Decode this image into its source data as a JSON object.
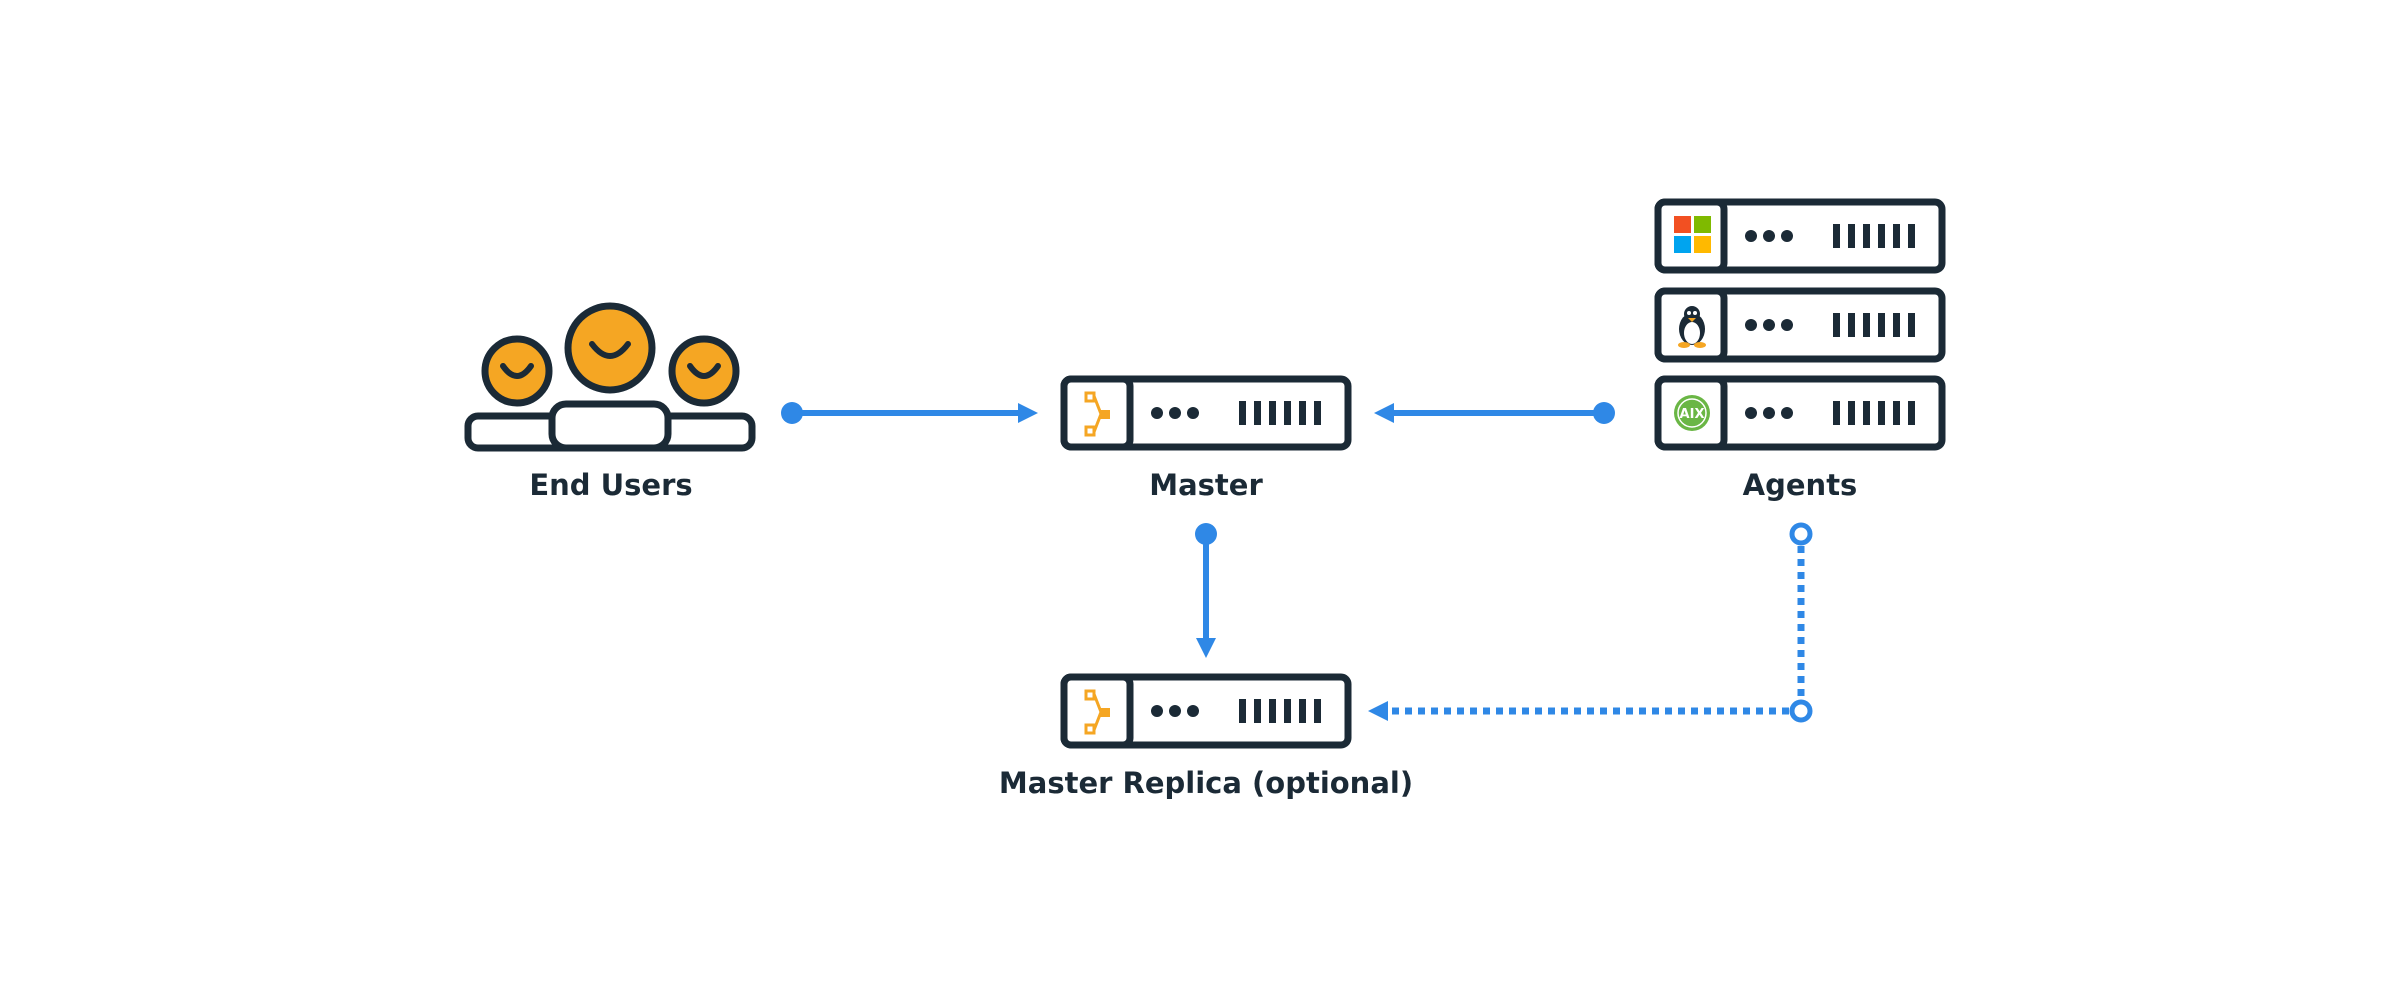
{
  "diagram": {
    "nodes": {
      "end_users": {
        "label": "End Users",
        "icon": "users-group-icon"
      },
      "master": {
        "label": "Master",
        "icon": "server-icon"
      },
      "agents": {
        "label": "Agents",
        "icon": "server-stack-icon",
        "platforms": [
          "windows-logo-icon",
          "linux-tux-icon",
          "aix-badge-icon"
        ],
        "aix_badge_text": "AIX"
      },
      "replica": {
        "label": "Master Replica (optional)",
        "icon": "server-icon"
      }
    },
    "connections": [
      {
        "from": "end_users",
        "to": "master",
        "style": "solid"
      },
      {
        "from": "agents",
        "to": "master",
        "style": "solid"
      },
      {
        "from": "master",
        "to": "replica",
        "style": "solid"
      },
      {
        "from": "agents",
        "to": "replica",
        "style": "dotted"
      }
    ]
  },
  "colors": {
    "outline": "#1b2a36",
    "connector": "#2f88e6",
    "face": "#f5a623",
    "master_logo": "#f5a623",
    "windows": [
      "#f25022",
      "#7fba00",
      "#00a4ef",
      "#ffb900"
    ],
    "aix": "#6ab645"
  }
}
